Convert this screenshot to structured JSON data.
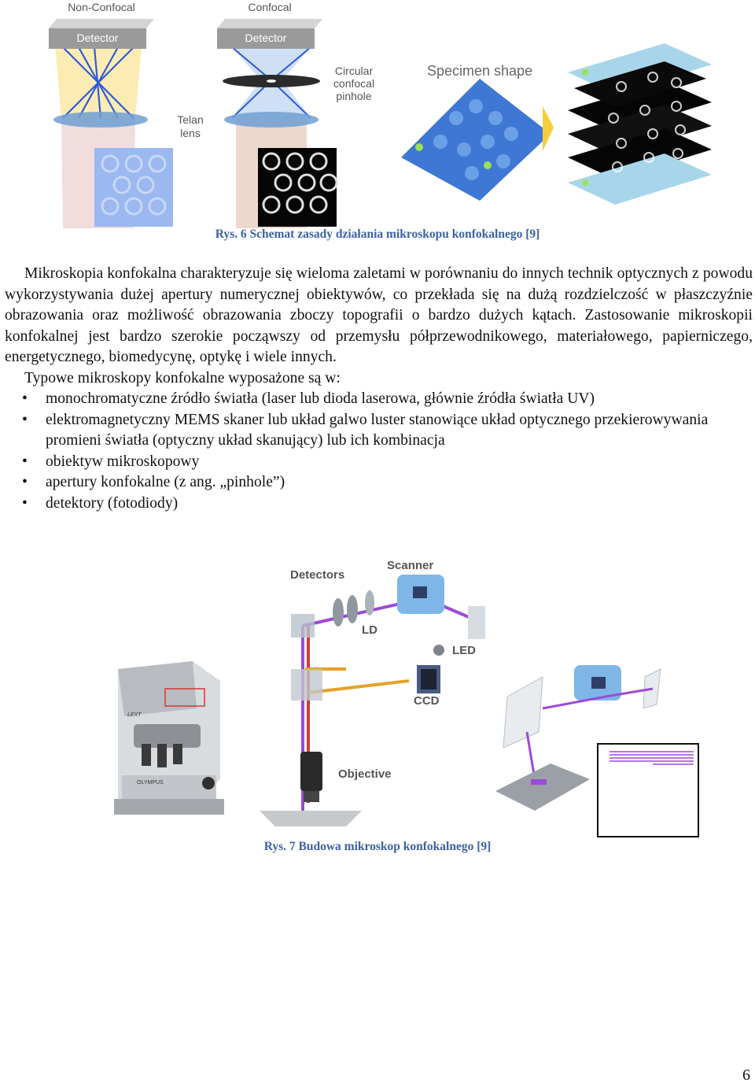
{
  "figure1": {
    "labels": {
      "non_confocal": "Non-Confocal",
      "confocal": "Confocal",
      "detector_left": "Detector",
      "detector_right": "Detector",
      "pinhole": [
        "Circular",
        "confocal",
        "pinhole"
      ],
      "lens": [
        "Telan",
        "lens"
      ],
      "specimen_shape": "Specimen shape"
    },
    "caption": "Rys. 6 Schemat zasady działania mikroskopu konfokalnego [9]"
  },
  "body": {
    "paragraph1": "Mikroskopia konfokalna charakteryzuje się wieloma zaletami w porównaniu do innych technik optycznych z powodu wykorzystywania dużej apertury numerycznej obiektywów, co przekłada się na dużą rozdzielczość w płaszczyźnie obrazowania oraz możliwość obrazowania zboczy topografii o bardzo dużych kątach. Zastosowanie mikroskopii konfokalnej jest bardzo szerokie począwszy od przemysłu półprzewodnikowego, materiałowego, papierniczego, energetycznego, biomedycynę, optykę i wiele innych.",
    "lead": "Typowe mikroskopy konfokalne wyposażone są w:",
    "bullet_symbol": "•",
    "bullets": [
      "monochromatyczne źródło światła (laser lub dioda laserowa, głównie źródła światła UV)",
      "elektromagnetyczny MEMS skaner lub układ galwo luster stanowiące układ optycznego przekierowywania promieni światła (optyczny układ skanujący) lub ich kombinacja",
      "obiektyw mikroskopowy",
      "apertury konfokalne (z ang. „pinhole”)",
      "detektory (fotodiody)"
    ]
  },
  "figure2": {
    "labels": {
      "detectors": "Detectors",
      "scanner": "Scanner",
      "ld": "LD",
      "led": "LED",
      "ccd": "CCD",
      "objective": "Objective"
    },
    "device_brand": "OLYMPUS",
    "device_model": "LEXT",
    "caption": "Rys. 7 Budowa mikroskop konfokalnego [9]"
  },
  "page_number": "6"
}
